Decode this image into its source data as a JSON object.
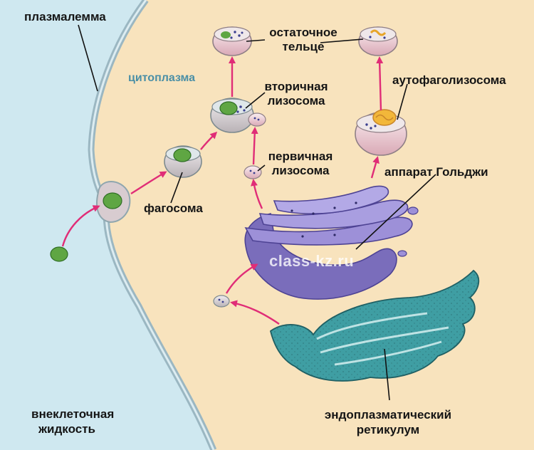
{
  "labels": {
    "plasmalemma": "плазмалемма",
    "cytoplasm": "цитоплазма",
    "residual_body_line1": "остаточное",
    "residual_body_line2": "тельце",
    "secondary_lysosome_line1": "вторичная",
    "secondary_lysosome_line2": "лизосома",
    "autophagolysosome": "аутофаголизосома",
    "primary_lysosome_line1": "первичная",
    "primary_lysosome_line2": "лизосома",
    "golgi": "аппарат Гольджи",
    "phagosome": "фагосома",
    "extracellular_line1": "внеклеточная",
    "extracellular_line2": "жидкость",
    "er_line1": "эндоплазматический",
    "er_line2": "ретикулум"
  },
  "watermark": "class-kz.ru",
  "colors": {
    "cytoplasm": "#f8e3bd",
    "extracellular": "#cfe8f0",
    "membrane": "#9bb7c2",
    "arrow": "#e02d77",
    "golgi": "#8a7cc6",
    "er": "#3f9ea3",
    "particle": "#5fa643",
    "vesicle_rim": "#e9c3cc"
  }
}
